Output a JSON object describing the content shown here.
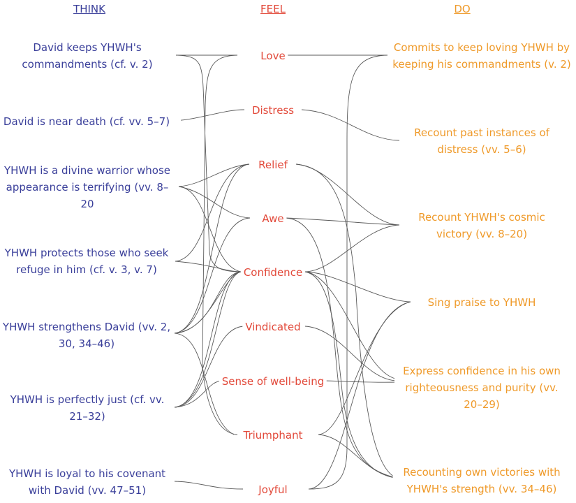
{
  "headers": {
    "think": "THINK",
    "feel": "FEEL",
    "do": "DO"
  },
  "colors": {
    "think": "#3a3f9a",
    "feel": "#e2493a",
    "do": "#ef9a2a",
    "lines": "#5a5a5a"
  },
  "think": [
    {
      "label": "David keeps YHWH's commandments (cf. v. 2)"
    },
    {
      "label": "David is near death (cf. vv. 5–7)"
    },
    {
      "label": "YHWH is a divine warrior whose appearance is terrifying (vv. 8–20"
    },
    {
      "label": "YHWH protects those who seek refuge in him (cf. v. 3, v. 7)"
    },
    {
      "label": "YHWH strengthens David (vv. 2, 30, 34–46)"
    },
    {
      "label": "YHWH is perfectly just (cf. vv. 21–32)"
    },
    {
      "label": "YHWH is loyal to his covenant with David (vv. 47–51)"
    }
  ],
  "feel": [
    {
      "label": "Love"
    },
    {
      "label": "Distress"
    },
    {
      "label": "Relief"
    },
    {
      "label": "Awe"
    },
    {
      "label": "Confidence"
    },
    {
      "label": "Vindicated"
    },
    {
      "label": "Sense of well-being"
    },
    {
      "label": "Triumphant"
    },
    {
      "label": "Joyful"
    }
  ],
  "do": [
    {
      "label": "Commits to keep loving YHWH by keeping his commandments (v. 2)"
    },
    {
      "label": "Recount past instances of distress (vv. 5–6)"
    },
    {
      "label": "Recount YHWH's cosmic victory (vv. 8–20)"
    },
    {
      "label": "Sing praise to YHWH"
    },
    {
      "label": "Express confidence in his own righteousness and purity (vv. 20–29)"
    },
    {
      "label": "Recounting own victories with YHWH's strength (vv. 34–46)"
    }
  ]
}
